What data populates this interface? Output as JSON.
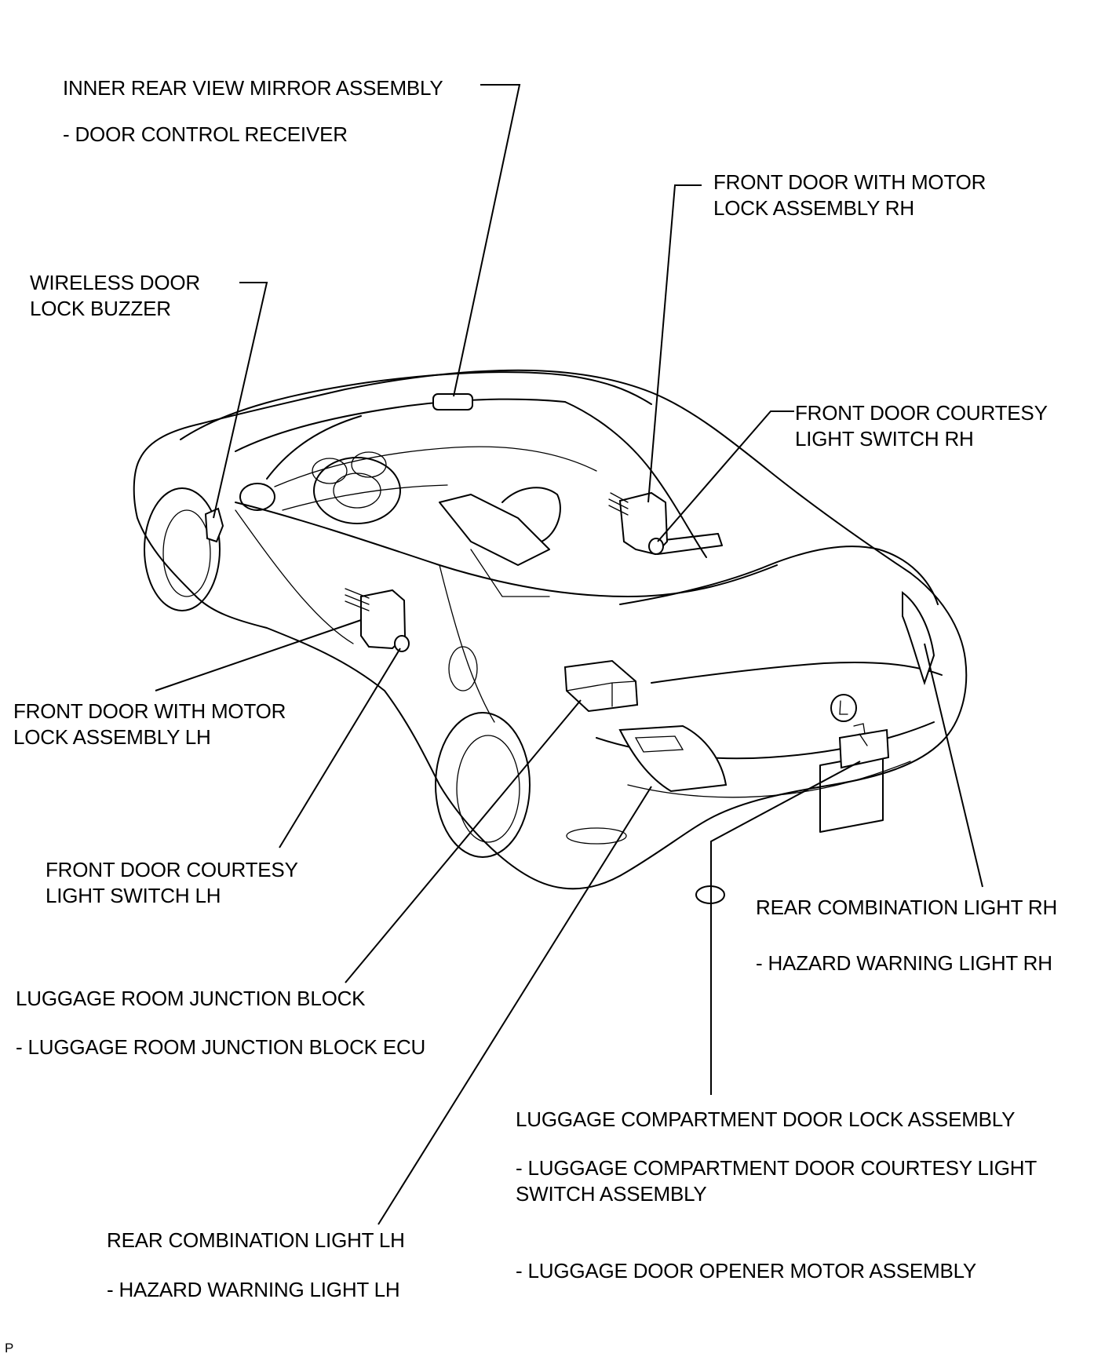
{
  "labels": {
    "inner_mirror": {
      "title": "INNER REAR VIEW MIRROR ASSEMBLY",
      "sub": "- DOOR CONTROL RECEIVER"
    },
    "front_door_motor_rh": {
      "line1": "FRONT DOOR WITH MOTOR",
      "line2": "LOCK ASSEMBLY RH"
    },
    "wireless_buzzer": {
      "line1": "WIRELESS DOOR",
      "line2": "LOCK BUZZER"
    },
    "front_courtesy_rh": {
      "line1": "FRONT DOOR COURTESY",
      "line2": "LIGHT SWITCH RH"
    },
    "front_door_motor_lh": {
      "line1": "FRONT DOOR WITH MOTOR",
      "line2": "LOCK ASSEMBLY LH"
    },
    "front_courtesy_lh": {
      "line1": "FRONT DOOR COURTESY",
      "line2": "LIGHT SWITCH LH"
    },
    "rear_combo_rh": {
      "title": "REAR COMBINATION LIGHT RH",
      "sub": "- HAZARD WARNING LIGHT RH"
    },
    "luggage_junction": {
      "title": "LUGGAGE ROOM JUNCTION BLOCK",
      "sub": "- LUGGAGE ROOM JUNCTION BLOCK ECU"
    },
    "luggage_lock": {
      "title": "LUGGAGE COMPARTMENT DOOR LOCK ASSEMBLY",
      "sub1_line1": "- LUGGAGE COMPARTMENT DOOR COURTESY LIGHT",
      "sub1_line2": "SWITCH ASSEMBLY",
      "sub2": "- LUGGAGE DOOR OPENER MOTOR ASSEMBLY"
    },
    "rear_combo_lh": {
      "title": "REAR COMBINATION LIGHT LH",
      "sub": "- HAZARD WARNING LIGHT LH"
    }
  },
  "figure_id": "P"
}
